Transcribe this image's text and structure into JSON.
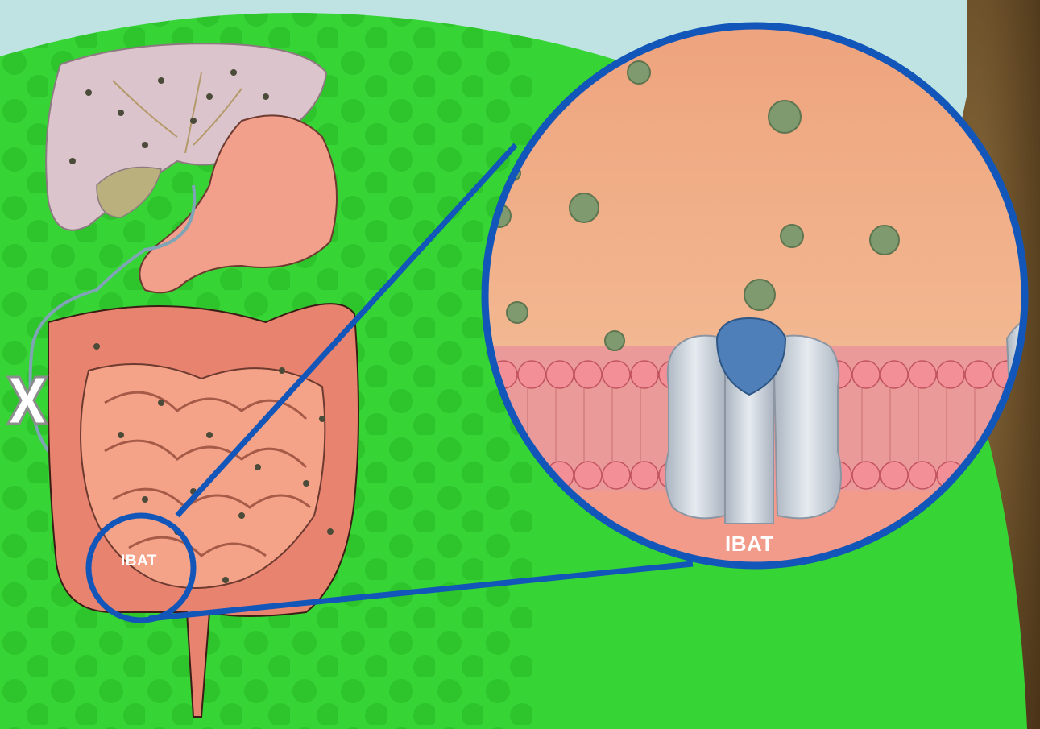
{
  "labels": {
    "blocked_mark": "X",
    "transporter_small": "IBAT",
    "transporter_zoom": "IBAT"
  },
  "colors": {
    "background_green": "#37d435",
    "dot_green": "#2cc22b",
    "sky": "#bfe3e3",
    "zoom_ring_blue": "#1156b8",
    "fluid_peach": "#eda37d",
    "membrane_pink": "#e58a8a",
    "transporter_gray": "#c9d0d9",
    "transporter_cap_blue": "#4f7fb8",
    "bile_acid_particle": "#7f9a6f",
    "intestine": "#e7836f",
    "liver": "#dcc4cc"
  },
  "icons": {
    "blocked_mark": "x-mark-icon",
    "bile_acid": "bile-acid-particle-icon",
    "transporter": "ibat-transporter-icon"
  }
}
